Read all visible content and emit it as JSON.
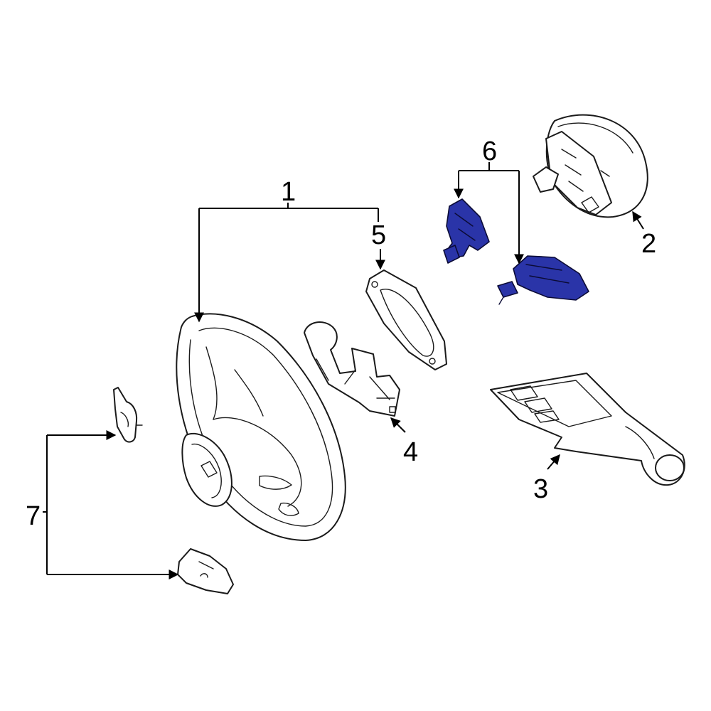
{
  "callouts": {
    "c1": "1",
    "c2": "2",
    "c3": "3",
    "c4": "4",
    "c5": "5",
    "c6": "6",
    "c7": "7"
  },
  "colors": {
    "highlight": "#2a34a8",
    "line": "#1a1a1a",
    "background": "#ffffff"
  },
  "highlighted_parts": [
    "paddle-shifter-left",
    "paddle-shifter-right"
  ]
}
